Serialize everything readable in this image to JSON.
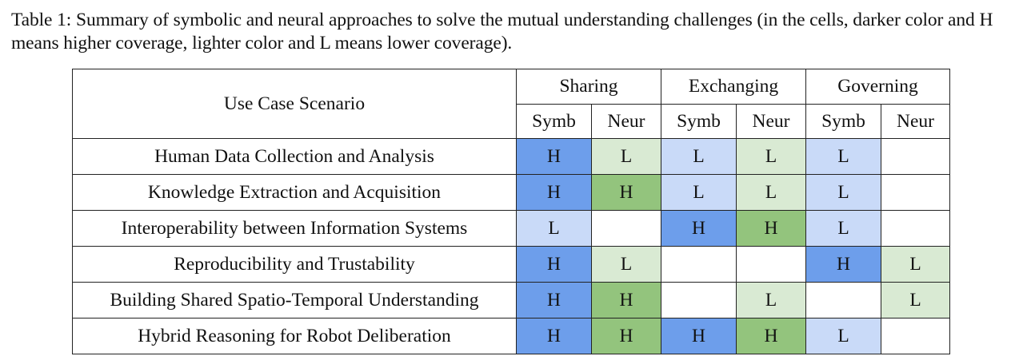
{
  "caption": "Table 1: Summary of symbolic and neural approaches to solve the mutual understanding challenges (in the cells, darker color and H means higher coverage, lighter color and L means lower coverage).",
  "table": {
    "scenario_header": "Use Case Scenario",
    "groups": [
      "Sharing",
      "Exchanging",
      "Governing"
    ],
    "subheaders": [
      "Symb",
      "Neur",
      "Symb",
      "Neur",
      "Symb",
      "Neur"
    ],
    "rows": [
      {
        "scenario": "Human Data Collection and Analysis",
        "cells": [
          "H",
          "L",
          "L",
          "L",
          "L",
          ""
        ]
      },
      {
        "scenario": "Knowledge Extraction and Acquisition",
        "cells": [
          "H",
          "H",
          "L",
          "L",
          "L",
          ""
        ]
      },
      {
        "scenario": "Interoperability between Information Systems",
        "cells": [
          "L",
          "",
          "H",
          "H",
          "L",
          ""
        ]
      },
      {
        "scenario": "Reproducibility and Trustability",
        "cells": [
          "H",
          "L",
          "",
          "",
          "H",
          "L"
        ]
      },
      {
        "scenario": "Building Shared Spatio-Temporal Understanding",
        "cells": [
          "H",
          "H",
          "",
          "L",
          "",
          "L"
        ]
      },
      {
        "scenario": "Hybrid Reasoning for Robot Deliberation",
        "cells": [
          "H",
          "H",
          "H",
          "H",
          "L",
          ""
        ]
      }
    ]
  },
  "colors": {
    "symb_high": "#6d9eeb",
    "symb_low": "#c9daf8",
    "neur_high": "#93c47d",
    "neur_low": "#d9ead3",
    "empty": "#ffffff"
  }
}
